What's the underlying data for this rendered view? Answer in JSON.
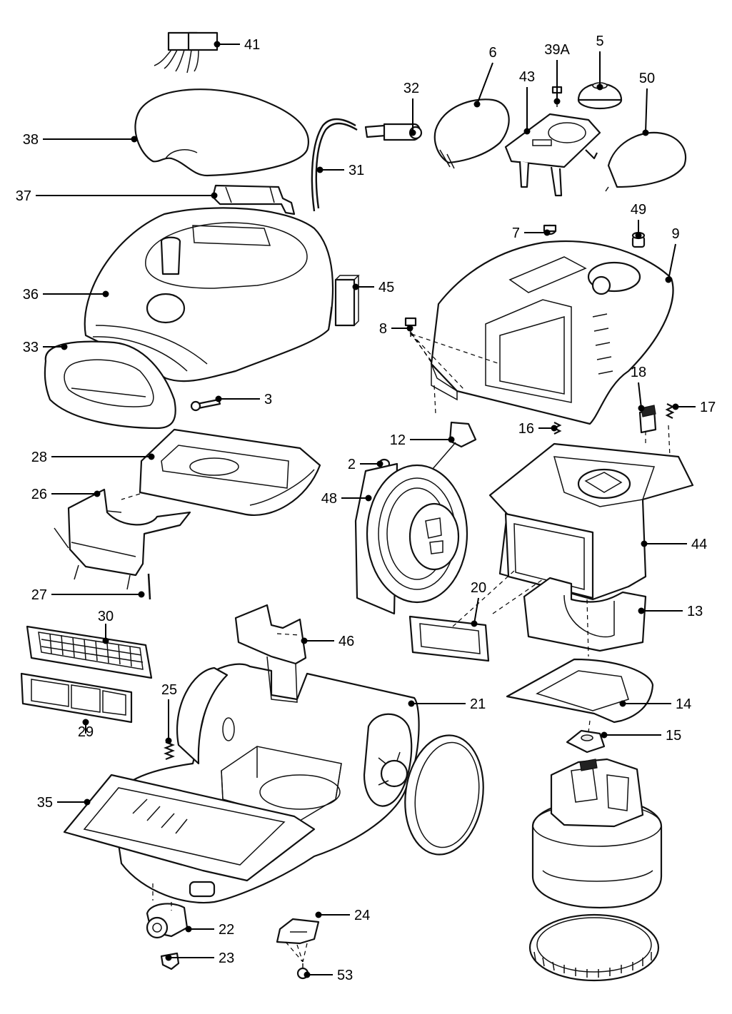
{
  "diagram": {
    "type": "exploded-parts-diagram",
    "callouts": [
      "41",
      "38",
      "37",
      "36",
      "33",
      "3",
      "28",
      "26",
      "27",
      "30",
      "29",
      "25",
      "35",
      "22",
      "23",
      "24",
      "53",
      "32",
      "31",
      "45",
      "6",
      "43",
      "39A",
      "5",
      "50",
      "49",
      "7",
      "9",
      "8",
      "18",
      "17",
      "16",
      "12",
      "2",
      "48",
      "44",
      "20",
      "13",
      "46",
      "21",
      "14",
      "15"
    ]
  }
}
